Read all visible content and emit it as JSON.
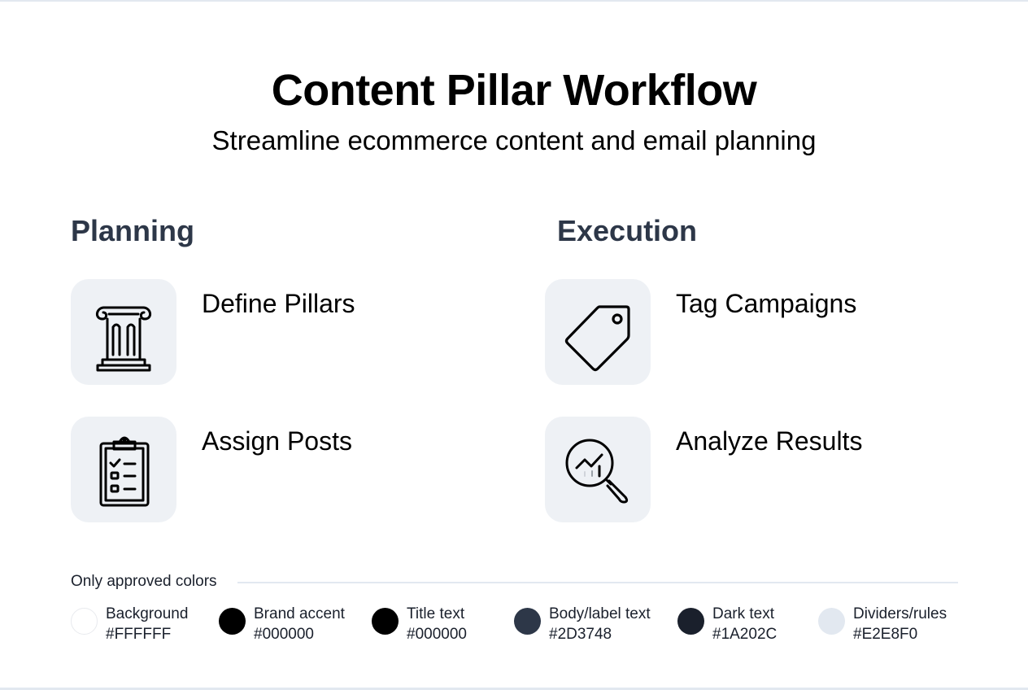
{
  "header": {
    "title": "Content Pillar Workflow",
    "subtitle": "Streamline ecommerce content and email planning"
  },
  "sections": [
    {
      "heading": "Planning",
      "items": [
        {
          "label": "Define Pillars",
          "icon": "pillar-column-icon"
        },
        {
          "label": "Assign Posts",
          "icon": "clipboard-checklist-icon"
        }
      ]
    },
    {
      "heading": "Execution",
      "items": [
        {
          "label": "Tag Campaigns",
          "icon": "price-tag-icon"
        },
        {
          "label": "Analyze Results",
          "icon": "magnifier-chart-icon"
        }
      ]
    }
  ],
  "legend": {
    "title": "Only approved colors",
    "swatches": [
      {
        "name": "Background",
        "hex": "#FFFFFF"
      },
      {
        "name": "Brand accent",
        "hex": "#000000"
      },
      {
        "name": "Title text",
        "hex": "#000000"
      },
      {
        "name": "Body/label text",
        "hex": "#2D3748"
      },
      {
        "name": "Dark text",
        "hex": "#1A202C"
      },
      {
        "name": "Dividers/rules",
        "hex": "#E2E8F0"
      }
    ]
  },
  "colors": {
    "background": "#FFFFFF",
    "title": "#000000",
    "heading": "#2D3748",
    "dark_text": "#1A202C",
    "divider": "#E2E8F0",
    "icon_tile": "#EEF1F5"
  }
}
